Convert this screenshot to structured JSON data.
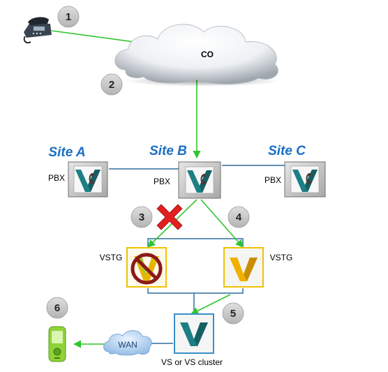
{
  "cloud": {
    "label": "CO"
  },
  "sites": [
    {
      "name": "Site A",
      "pbx_label": "PBX"
    },
    {
      "name": "Site B",
      "pbx_label": "PBX"
    },
    {
      "name": "Site C",
      "pbx_label": "PBX"
    }
  ],
  "vstg": [
    {
      "label": "VSTG",
      "status": "failed"
    },
    {
      "label": "VSTG",
      "status": "active"
    }
  ],
  "vs": {
    "label": "VS or VS cluster"
  },
  "wan": {
    "label": "WAN"
  },
  "steps": [
    "1",
    "2",
    "3",
    "4",
    "5",
    "6"
  ],
  "colors": {
    "site_label": "#1a6fc4",
    "flow_line": "#2ec52e",
    "network_line": "#2f6f9f",
    "step_badge": "#c8c8c8",
    "failure": "#e02020",
    "vstg_border": "#f2c200",
    "vs_border": "#3a8fc9"
  },
  "icons": [
    "desk-phone-icon",
    "co-cloud-icon",
    "pbx-icon",
    "vstg-icon",
    "vs-icon",
    "wan-cloud-icon",
    "mobile-device-icon",
    "failure-x-icon",
    "prohibited-icon"
  ]
}
